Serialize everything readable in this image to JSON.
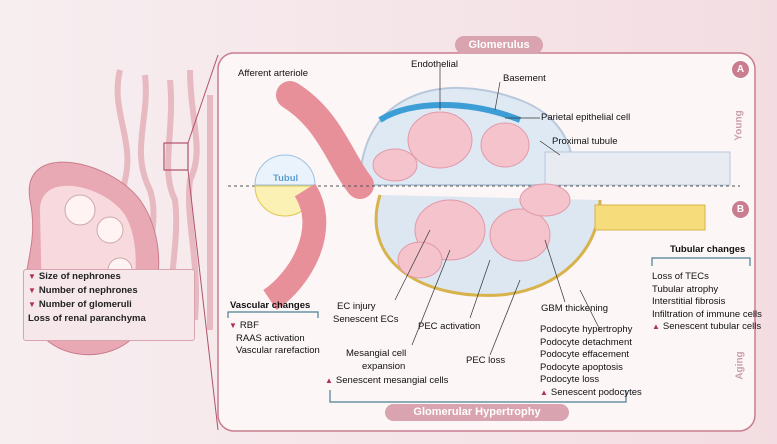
{
  "panel_title": "Glomerulus",
  "bottom_title": "Glomerular Hypertrophy",
  "markers": {
    "a": "A",
    "b": "B"
  },
  "side_labels": {
    "young": "Young",
    "aging": "Aging"
  },
  "kidney_changes": [
    "Size of nephrones",
    "Number of nephrones",
    "Number of glomeruli",
    "Loss of renal paranchyma"
  ],
  "top_labels": {
    "afferent": "Afferent arteriole",
    "endothelial": "Endothelial",
    "basement": "Basement",
    "parietal": "Parietal epithelial cell",
    "proximal": "Proximal tubule",
    "tubul": "Tubul"
  },
  "vascular": {
    "title": "Vascular changes",
    "items": [
      "RBF",
      "RAAS activation",
      "Vascular rarefaction"
    ]
  },
  "tubular": {
    "title": "Tubular changes",
    "items": [
      "Loss of TECs",
      "Tubular atrophy",
      "Interstitial fibrosis",
      "Infiltration of immune cells",
      "Senescent tubular cells"
    ]
  },
  "ec": {
    "line1": "EC injury",
    "line2": "Senescent ECs"
  },
  "pec_activation": "PEC activation",
  "pec_loss": "PEC loss",
  "gbm": "GBM thickening",
  "mesangial": {
    "line1": "Mesangial cell",
    "line2": "expansion",
    "line3": "Senescent mesangial cells"
  },
  "podocyte": [
    "Podocyte hypertrophy",
    "Podocyte detachment",
    "Podocyte effacement",
    "Podocyte apoptosis",
    "Podocyte loss",
    "Senescent podocytes"
  ],
  "colors": {
    "accent": "#c97d8f",
    "pill": "#d9a3b0",
    "vessel": "#e8909a",
    "podocyte": "#3d9ed6",
    "glomerulus": "#f4c3cc"
  }
}
